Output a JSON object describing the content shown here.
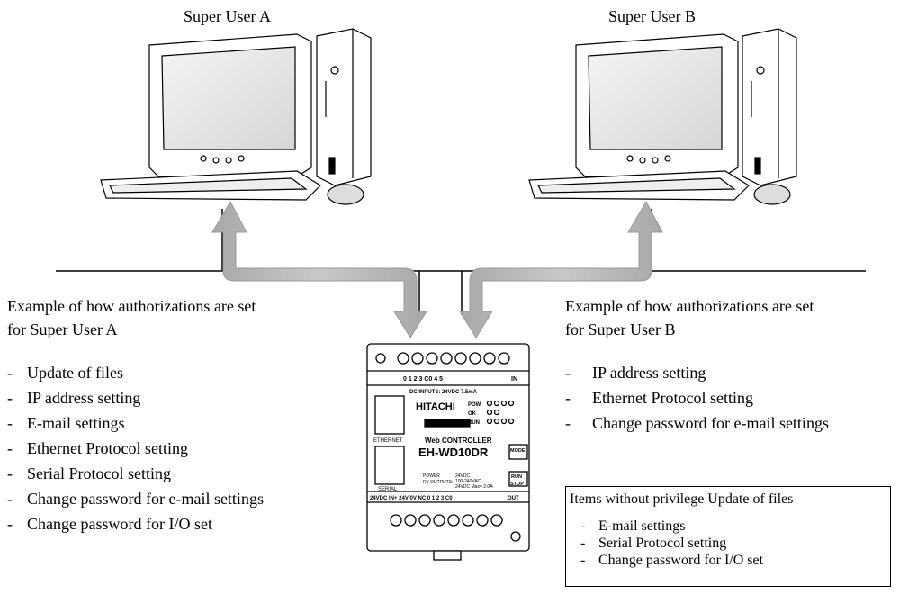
{
  "users": {
    "a": {
      "label": "Super User A"
    },
    "b": {
      "label": "Super User B"
    }
  },
  "left_panel": {
    "heading_line1": "Example of how authorizations are set",
    "heading_line2": "for Super User A",
    "items": [
      "Update of files",
      "IP address setting",
      "E-mail settings",
      "Ethernet Protocol setting",
      "Serial Protocol setting",
      "Change password for e-mail settings",
      "Change password for I/O set"
    ]
  },
  "right_panel": {
    "heading_line1": "Example of how authorizations are set",
    "heading_line2": "for Super User B",
    "items": [
      "IP address setting",
      "Ethernet Protocol setting",
      "Change password for e-mail settings"
    ]
  },
  "no_privilege_box": {
    "title": "Items without privilege Update of files",
    "items": [
      "E-mail settings",
      "Serial Protocol setting",
      "Change password for I/O set"
    ]
  },
  "controller": {
    "brand": "HITACHI",
    "product_line": "Web CONTROLLER",
    "model": "EH-WD10DR",
    "port_ethernet": "ETHERNET",
    "port_serial": "SERIAL",
    "dc_inputs": "DC INPUTS: 24VDC 7.5mA",
    "led_pow": "POW",
    "led_ok": "OK",
    "led_run": "RUN",
    "mode": "MODE",
    "run_stop_top": "RUN",
    "run_stop_bottom": "STOP",
    "in_tag": "IN",
    "out_tag": "OUT",
    "power_label": "POWER",
    "ry_outputs": "RY OUTPUTS:",
    "power_spec1": "24VDC",
    "power_spec2": "100-240VAC",
    "power_spec3": "24VDC Max= 2.0A",
    "input_terminals": "0 1 2 3 C0 4 5",
    "output_terminals": "24VDC IN+ 24V 0V  NC 0 1 2 3 C0"
  },
  "icons": {
    "computer": "desktop-computer-icon",
    "arrow": "bidirectional-arrow-icon"
  }
}
